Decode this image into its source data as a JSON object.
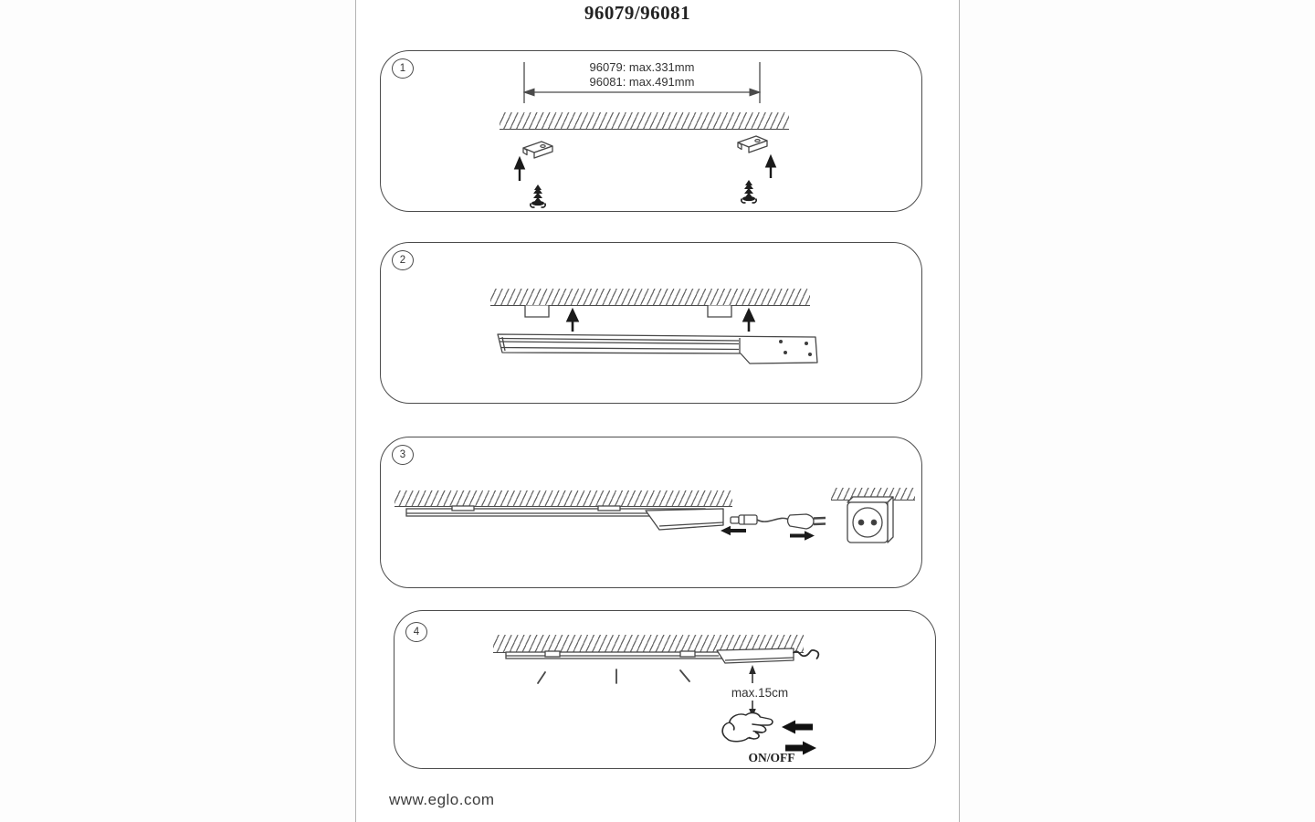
{
  "document": {
    "title": "96079/96081",
    "footer": "www.eglo.com",
    "colors": {
      "ink": "#4a4a4a",
      "arrow_black": "#1b1b1b",
      "page_border": "#b3b3b3",
      "background": "#ffffff"
    },
    "steps": [
      {
        "number": "1",
        "labels": {
          "dim1": "96079: max.331mm",
          "dim2": "96081: max.491mm"
        }
      },
      {
        "number": "2",
        "labels": {}
      },
      {
        "number": "3",
        "labels": {}
      },
      {
        "number": "4",
        "labels": {
          "distance": "max.15cm",
          "switch": "ON/OFF"
        }
      }
    ]
  }
}
